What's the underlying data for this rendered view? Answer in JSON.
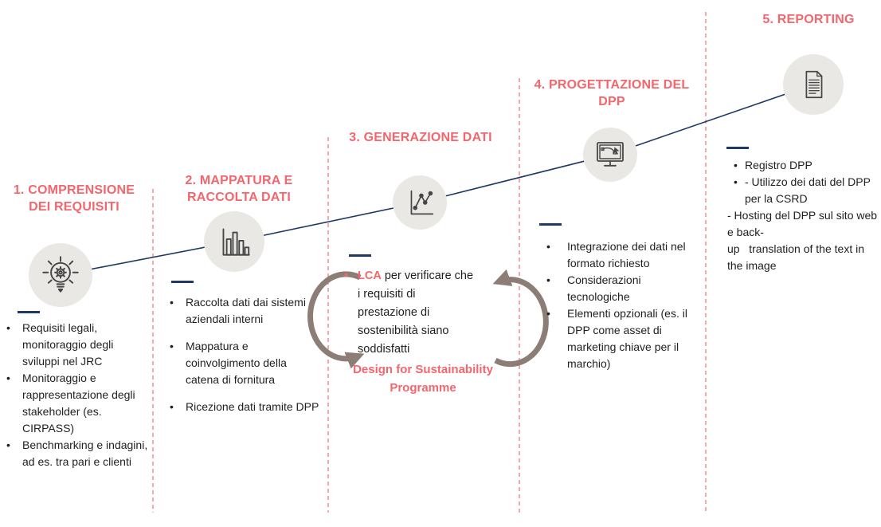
{
  "ui": {
    "bullet": "•"
  },
  "palette": {
    "accent_pink": "#f4666c",
    "divider_pink": "#f3797d",
    "navy": "#1f3864",
    "icon_circle_bg": "#eae8e5",
    "icon_stroke": "#474747",
    "arrow_taupe": "#8c7d76",
    "body_text": "#1f1f1f"
  },
  "stages": [
    {
      "title": "1. COMPRENSIONE DEI REQUISITI",
      "icon": "lightbulb-gear-icon",
      "bullets": [
        "Requisiti legali, monitoraggio degli sviluppi nel JRC",
        "Monitoraggio e rappresentazione degli stakeholder (es. CIRPASS)",
        "Benchmarking e indagini, ad es. tra pari e clienti"
      ]
    },
    {
      "title": "2. MAPPATURA E RACCOLTA DATI",
      "icon": "bar-chart-icon",
      "bullets": [
        "Raccolta dati dai sistemi aziendali interni",
        "Mappatura e coinvolgimento della catena di fornitura",
        "Ricezione dati tramite DPP"
      ]
    },
    {
      "title": "3. GENERAZIONE DATI",
      "icon": "line-chart-icon",
      "bullet_highlight": "LCA",
      "bullet_text": " per verificare che i requisiti di prestazione di sostenibilità siano soddisfatti",
      "footer": "Design for Sustainability Programme"
    },
    {
      "title": "4. PROGETTAZIONE DEL DPP",
      "icon": "monitor-design-icon",
      "bullets": [
        "Integrazione dei dati nel formato richiesto",
        "Considerazioni tecnologiche",
        "Elementi opzionali (es. il DPP come asset di marketing chiave per il marchio)"
      ]
    },
    {
      "title": "5. REPORTING",
      "icon": "document-icon",
      "bullets": [
        "Registro DPP",
        "- Utilizzo dei dati del DPP per la CSRD"
      ],
      "plain_lines": [
        "- Hosting del DPP sul sito web e back-",
        "up   translation of the text in the image"
      ]
    }
  ]
}
